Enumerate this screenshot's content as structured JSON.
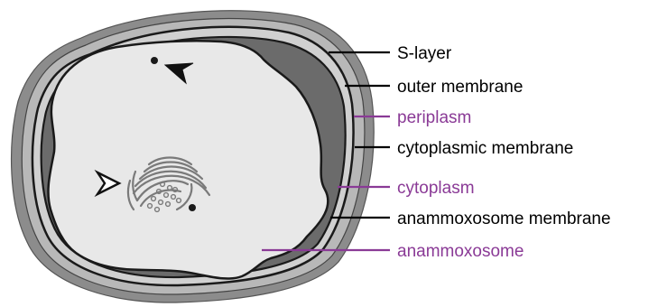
{
  "colors": {
    "black_label": "#000000",
    "purple_label": "#8a3a96",
    "s_layer_fill": "#8c8c8c",
    "outer_membrane_fill": "#b8b8b8",
    "periplasm_fill": "#6b6b6b",
    "anammoxosome_fill": "#e8e8e8",
    "structure_stroke": "#7a7a7a",
    "outline": "#1a1a1a"
  },
  "labels": [
    {
      "text": "S-layer",
      "color": "black"
    },
    {
      "text": "outer membrane",
      "color": "black"
    },
    {
      "text": "periplasm",
      "color": "purple"
    },
    {
      "text": "cytoplasmic membrane",
      "color": "black"
    },
    {
      "text": "cytoplasm",
      "color": "purple"
    },
    {
      "text": "anammoxosome membrane",
      "color": "black"
    },
    {
      "text": "anammoxosome",
      "color": "purple"
    }
  ],
  "markers": [
    {
      "name": "filled-arrowhead",
      "style": "filled"
    },
    {
      "name": "open-arrowhead",
      "style": "open"
    }
  ]
}
